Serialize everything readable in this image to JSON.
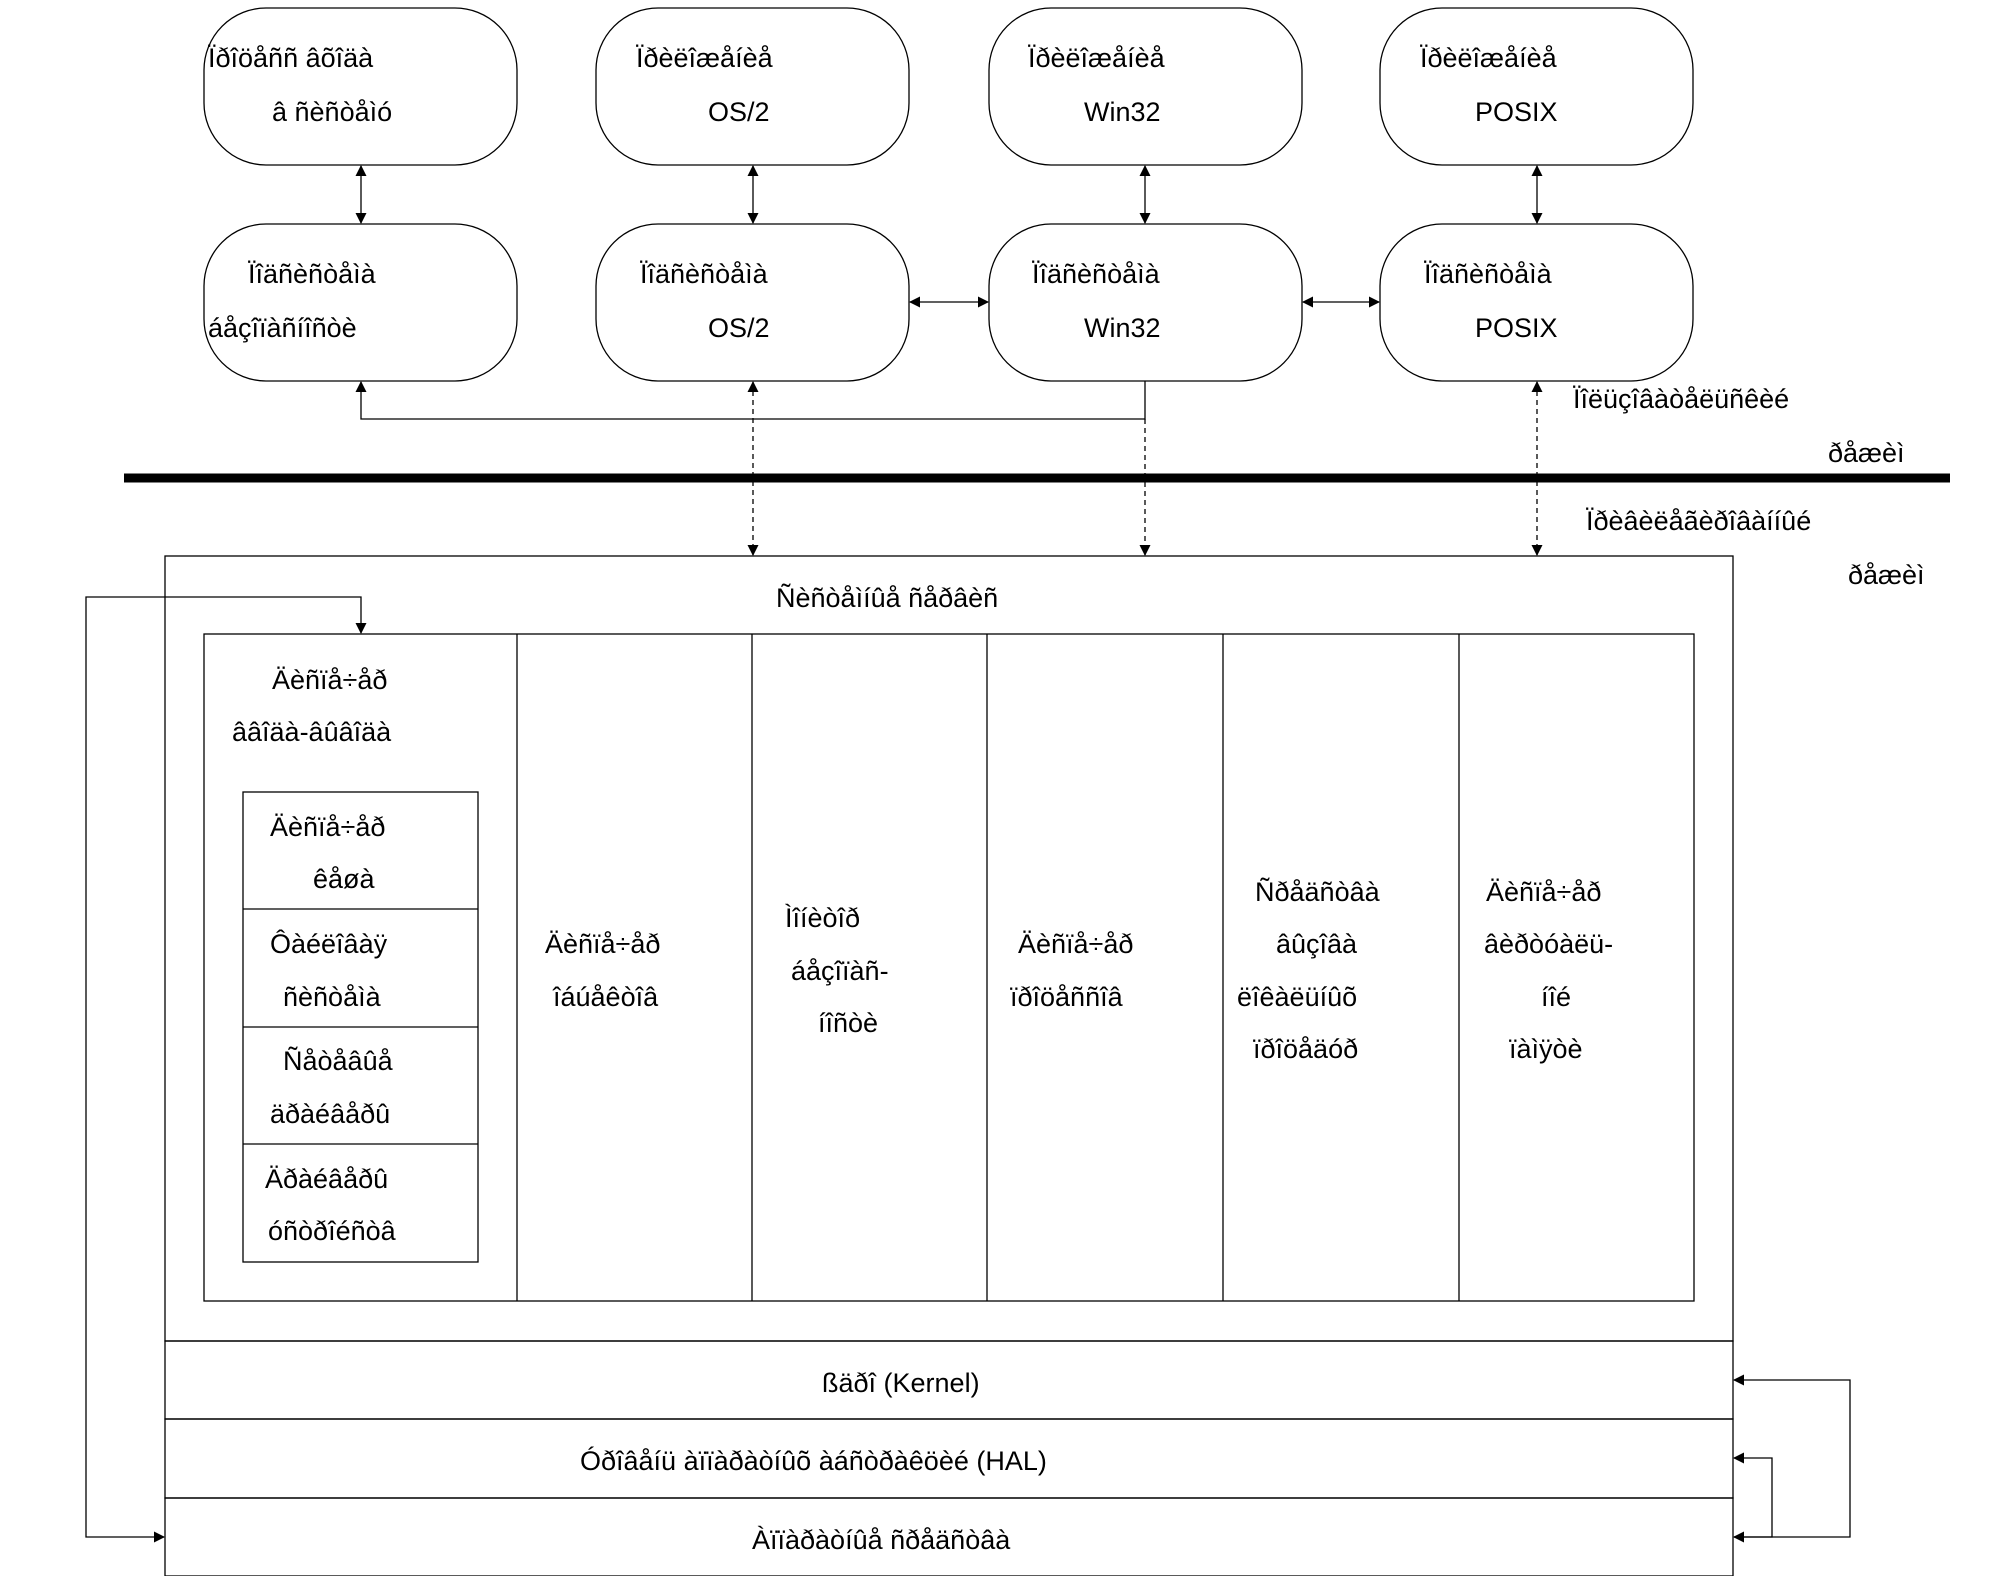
{
  "processes": {
    "logon": [
      "Ïðîöåññ âõîäà",
      "â ñèñòåìó"
    ],
    "os2_app": [
      "Ïðèëîæåíèå",
      "OS/2"
    ],
    "win32_app": [
      "Ïðèëîæåíèå",
      "Win32"
    ],
    "posix_app": [
      "Ïðèëîæåíèå",
      "POSIX"
    ]
  },
  "subsystems": {
    "security": [
      "Ïîäñèñòåìà",
      "áåçîïàñíîñòè"
    ],
    "os2": [
      "Ïîäñèñòåìà",
      "OS/2"
    ],
    "win32": [
      "Ïîäñèñòåìà",
      "Win32"
    ],
    "posix": [
      "Ïîäñèñòåìà",
      "POSIX"
    ]
  },
  "labels": {
    "user_mode": [
      "Ïîëüçîâàòåëüñêèé",
      "ðåæèì"
    ],
    "privileged_mode": [
      "Ïðèâèëåãèðîâàííûé",
      "ðåæèì"
    ]
  },
  "executive": {
    "title": "Ñèñòåìíûå ñåðâèñ",
    "io_manager": [
      "Äèñïå÷åð",
      "ââîäà-âûâîäà"
    ],
    "io_sub": [
      [
        "Äèñïå÷åð",
        "êåøà"
      ],
      [
        "Ôàéëîâàÿ",
        "ñèñòåìà"
      ],
      [
        "Ñåòåâûå",
        "äðàéâåðû"
      ],
      [
        "Äðàéâåðû",
        "óñòðîéñòâ"
      ]
    ],
    "columns": [
      [
        "Äèñïå÷åð",
        "îáúåêòîâ"
      ],
      [
        "Ìîíèòîð",
        "áåçîïàñ-",
        "íîñòè"
      ],
      [
        "Äèñïå÷åð",
        "ïðîöåññîâ"
      ],
      [
        "Ñðåäñòâà",
        "âûçîâà",
        "ëîêàëüíûõ",
        "ïðîöåäóð"
      ],
      [
        "Äèñïå÷åð",
        "âèðòóàëü-",
        "íîé",
        "ïàìÿòè"
      ]
    ]
  },
  "layers": {
    "kernel": "ßäðî (Kernel)",
    "hal": "Óðîâåíü àïïàðàòíûõ àáñòðàêöèé (HAL)",
    "hardware": "Àïïàðàòíûå ñðåäñòâà"
  }
}
